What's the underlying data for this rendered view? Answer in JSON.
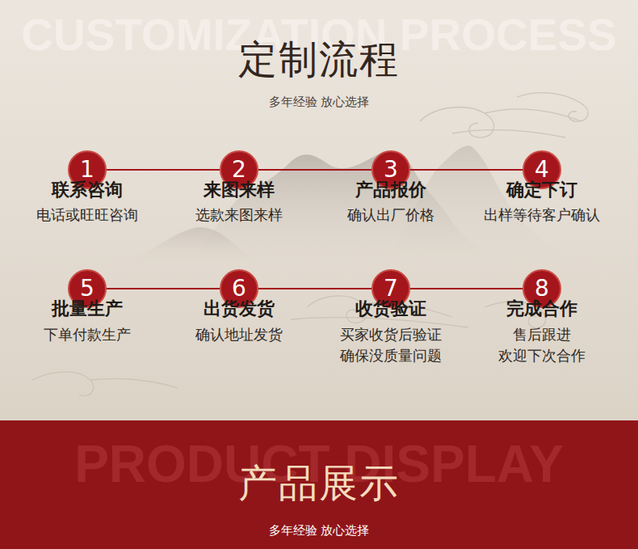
{
  "diagram": {
    "title": "定制流程",
    "nodes": [
      {
        "text": [
          "1",
          "联系咨询",
          "电话或旺旺咨询"
        ]
      },
      {
        "text": [
          "2",
          "来图来样",
          "选款来图来样"
        ]
      },
      {
        "text": [
          "3",
          "产品报价",
          "确认出厂价格"
        ]
      },
      {
        "text": [
          "4",
          "确定下订",
          "出样等待客户确认"
        ]
      },
      {
        "text": [
          "5",
          "批量生产",
          "下单付款生产"
        ]
      },
      {
        "text": [
          "6",
          "出货发货",
          "确认地址发货"
        ]
      },
      {
        "text": [
          "7",
          "收货验证",
          "买家收货后验证 确保没质量问题"
        ]
      },
      {
        "text": [
          "8",
          "完成合作",
          "售后跟进 欢迎下次合作"
        ]
      },
      {
        "text": [
          "产品展示",
          "多年经验 放心选择"
        ]
      }
    ],
    "edges": [
      {
        "from": 0,
        "to": 1,
        "arrow": "none"
      },
      {
        "from": 1,
        "to": 2,
        "arrow": "none"
      },
      {
        "from": 2,
        "to": 3,
        "arrow": "none"
      },
      {
        "from": 4,
        "to": 5,
        "arrow": "none"
      },
      {
        "from": 5,
        "to": 6,
        "arrow": "none"
      },
      {
        "from": 6,
        "to": 7,
        "arrow": "none"
      }
    ],
    "labels": [
      "CUSTOMIZATION PROCESS",
      "多年经验 放心选择",
      "PRODUCT DISPLAY"
    ]
  }
}
